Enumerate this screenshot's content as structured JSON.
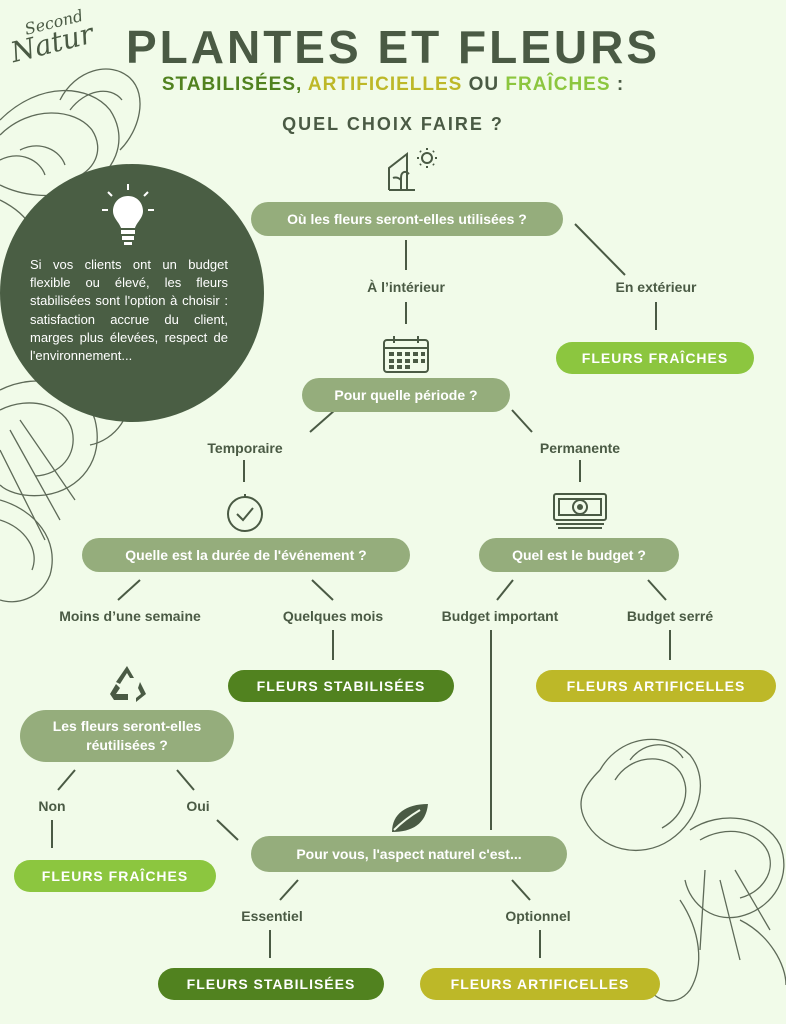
{
  "brand": {
    "line1": "Second",
    "line2": "Natur"
  },
  "header": {
    "title": "PLANTES ET FLEURS",
    "subtitle_1": "STABILISÉES,",
    "subtitle_2": "ARTIFICIELLES",
    "subtitle_3": "OU",
    "subtitle_4": "FRAÎCHES",
    "subtitle_5": ":",
    "question": "QUEL CHOIX FAIRE ?"
  },
  "tip": {
    "text": "Si vos clients ont un budget flexible ou élevé, les fleurs stabilisées sont l'option à choisir : satisfaction accrue du client, marges plus élevées, respect de l'environnement..."
  },
  "flow": {
    "q_usage": "Où les fleurs seront-elles utilisées ?",
    "l_interieur": "À l’intérieur",
    "l_exterieur": "En extérieur",
    "r_fraiches_1": "FLEURS FRAÎCHES",
    "q_periode": "Pour quelle période ?",
    "l_temporaire": "Temporaire",
    "l_permanente": "Permanente",
    "q_duree": "Quelle est la durée de l'événement ?",
    "q_budget": "Quel est le budget ?",
    "l_semaine": "Moins d’une semaine",
    "l_mois": "Quelques mois",
    "l_budget_important": "Budget important",
    "l_budget_serre": "Budget serré",
    "r_stabilisees_1": "FLEURS STABILISÉES",
    "r_artificielles_1": "FLEURS ARTIFICELLES",
    "q_reutilisees": "Les fleurs seront-elles réutilisées ?",
    "l_non": "Non",
    "l_oui": "Oui",
    "r_fraiches_2": "FLEURS FRAÎCHES",
    "q_naturel": "Pour vous, l'aspect naturel c'est...",
    "l_essentiel": "Essentiel",
    "l_optionnel": "Optionnel",
    "r_stabilisees_2": "FLEURS STABILISÉES",
    "r_artificielles_2": "FLEURS ARTIFICELLES"
  },
  "colors": {
    "title": "#4a5a44",
    "question_pill": "#95ad7c",
    "fresh": "#8cc63f",
    "stabilized": "#51821f",
    "artificial": "#bdb828",
    "tip_circle": "#4a5e44",
    "background": "#f1fbe9"
  },
  "icons": [
    "greenhouse-icon",
    "lightbulb-icon",
    "calendar-icon",
    "clock-icon",
    "money-icon",
    "recycle-icon",
    "leaf-icon"
  ]
}
